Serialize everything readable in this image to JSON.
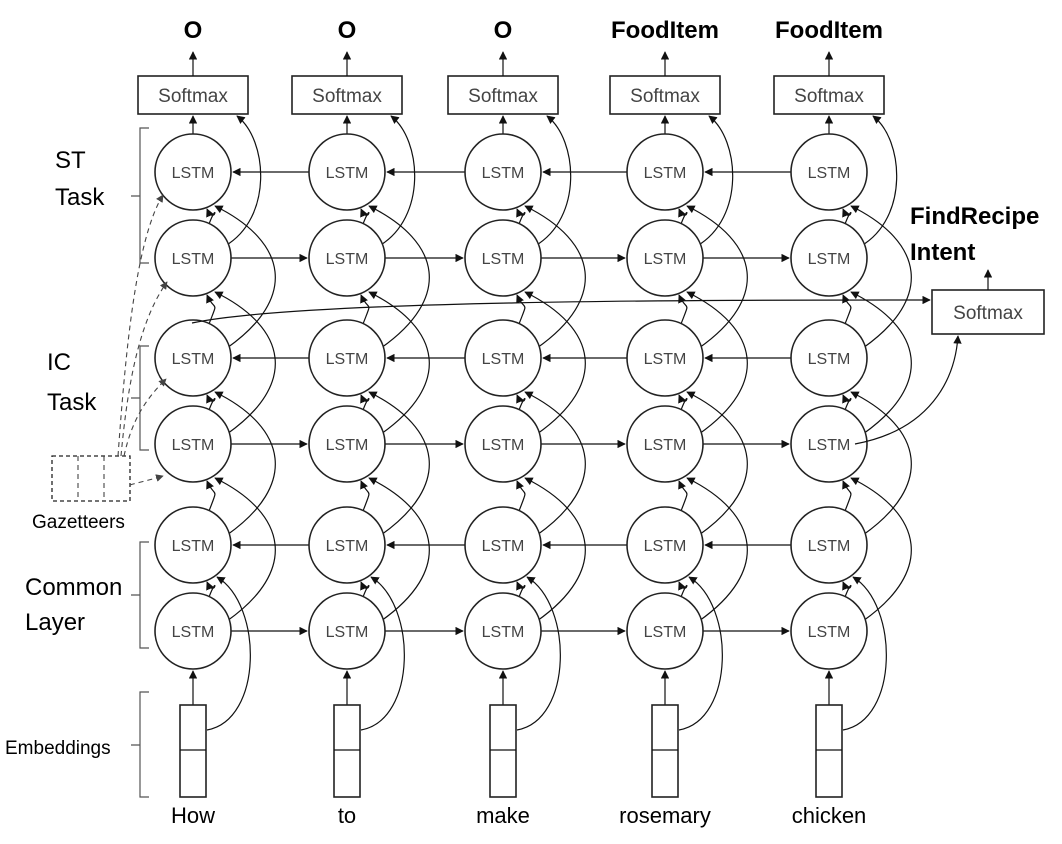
{
  "words": [
    "How",
    "to",
    "make",
    "rosemary",
    "chicken"
  ],
  "slot_outputs": [
    "O",
    "O",
    "O",
    "FoodItem",
    "FoodItem"
  ],
  "node_label": "LSTM",
  "softmax_label": "Softmax",
  "intent": {
    "line1": "FindRecipe",
    "line2": "Intent"
  },
  "groups": {
    "st": {
      "line1": "ST",
      "line2": "Task"
    },
    "ic": {
      "line1": "IC",
      "line2": "Task"
    },
    "common": {
      "line1": "Common",
      "line2": "Layer"
    },
    "embeddings": "Embeddings",
    "gazetteers": "Gazetteers"
  },
  "layers": [
    {
      "name": "st-backward",
      "direction": "backward",
      "group": "st"
    },
    {
      "name": "st-forward",
      "direction": "forward",
      "group": "st"
    },
    {
      "name": "ic-backward",
      "direction": "backward",
      "group": "ic"
    },
    {
      "name": "ic-forward",
      "direction": "forward",
      "group": "ic"
    },
    {
      "name": "common-backward",
      "direction": "backward",
      "group": "common"
    },
    {
      "name": "common-forward",
      "direction": "forward",
      "group": "common"
    }
  ]
}
